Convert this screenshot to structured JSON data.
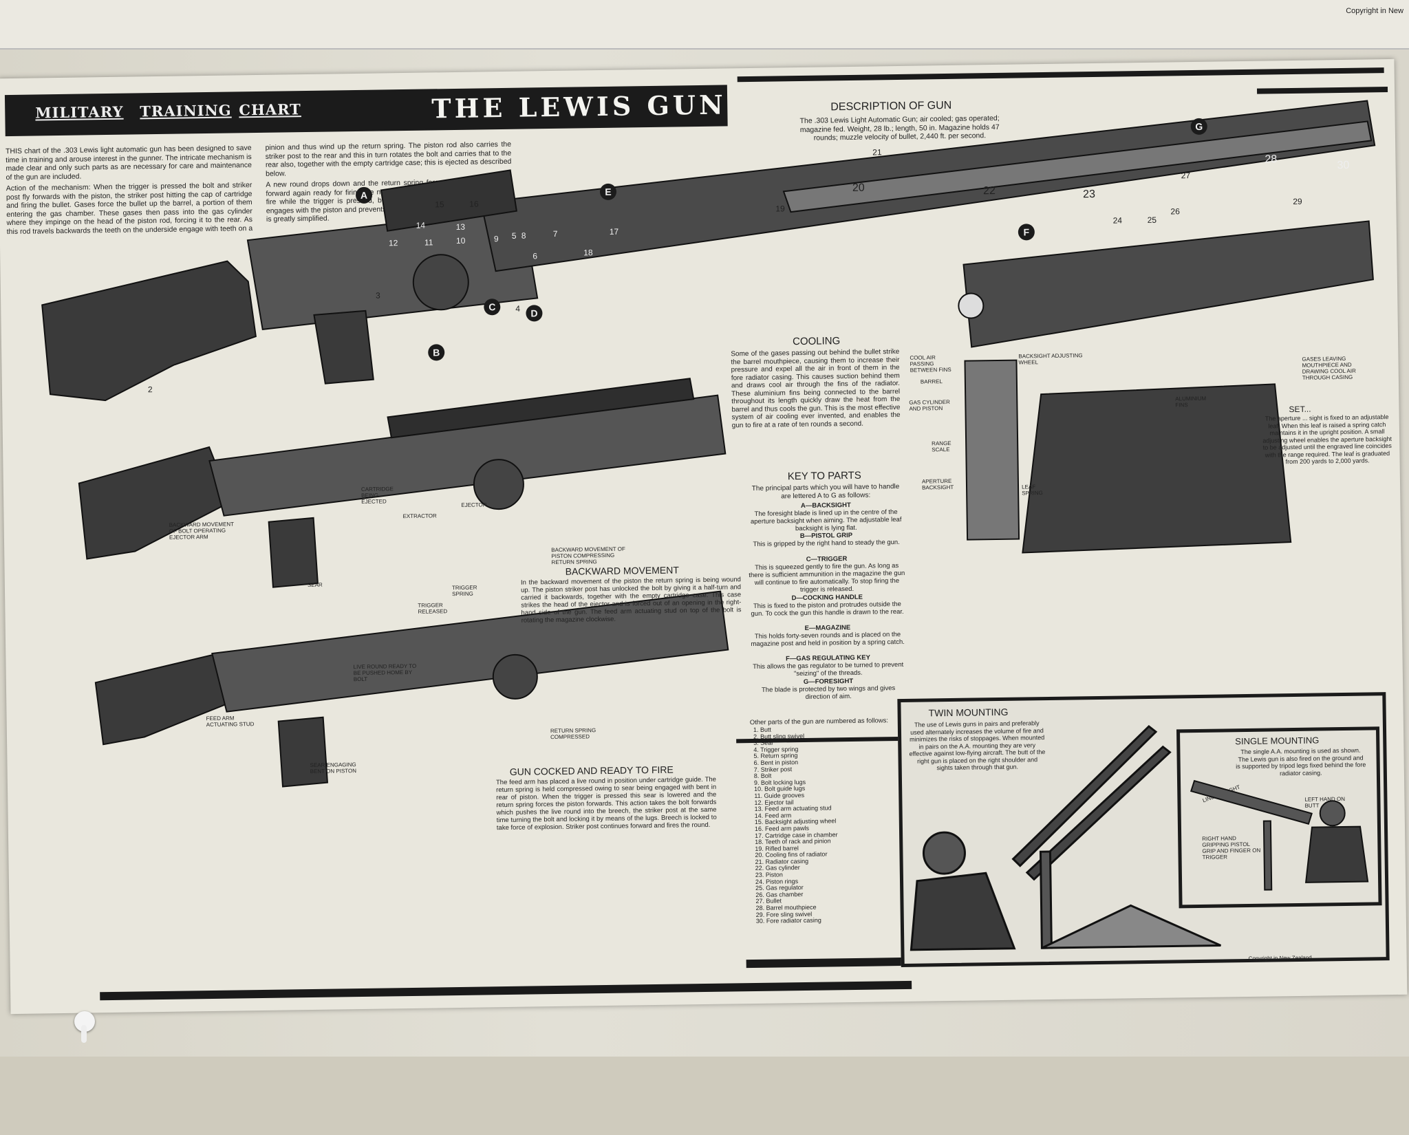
{
  "copyright_top": "Copyright in New",
  "banner": {
    "word1": "MILITARY",
    "word2": "TRAINING",
    "word3": "CHART",
    "title": "THE LEWIS GUN"
  },
  "intro": [
    "THIS chart of the .303 Lewis light automatic gun has been designed to save time in training and arouse interest in the gunner. The intricate mechanism is made clear and only such parts as are necessary for care and maintenance of the gun are included.",
    "Action of the mechanism: When the trigger is pressed the bolt and striker post fly forwards with the piston, the striker post hitting the cap of cartridge and firing the bullet. Gases force the bullet up the barrel, a portion of them entering the gas chamber. These gases then pass into the gas cylinder where they impinge on the head of the piston rod, forcing it to the rear. As this rod travels backwards the teeth on the underside engage with teeth on a pinion and thus wind up the return spring. The piston rod also carries the striker post to the rear and this in turn rotates the bolt and carries that to the rear also, together with the empty cartridge case; this is ejected as described below.",
    "A new round drops down and the return spring forces the piston and bolt forward again ready for firing the next round. The gun will thus continue to fire while the trigger is pressed, but when the trigger is released a sear engages with the piston and prevents its forward movement. This description is greatly simplified."
  ],
  "description": {
    "heading": "DESCRIPTION OF GUN",
    "text": "The .303 Lewis Light Automatic Gun; air cooled; gas operated; magazine fed. Weight, 28 lb.; length, 50 in. Magazine holds 47 rounds; muzzle velocity of bullet, 2,440 ft. per second."
  },
  "main_labels": {
    "n21": "21",
    "n20": "20",
    "n22": "22",
    "n23": "23",
    "n24": "24",
    "n25": "25",
    "n26": "26",
    "n27": "27",
    "n28": "28",
    "n29": "29",
    "n30": "30",
    "n19": "19",
    "n15": "15",
    "n16": "16",
    "n14": "14",
    "n13": "13",
    "n12": "12",
    "n11": "11",
    "n10": "10",
    "n9": "9",
    "n8": "8",
    "n7": "7",
    "n6": "6",
    "n5": "5",
    "n4": "4",
    "n3": "3",
    "n2": "2",
    "n18": "18",
    "n17": "17",
    "cA": "A",
    "cB": "B",
    "cC": "C",
    "cD": "D",
    "cE": "E",
    "cF": "F",
    "cG": "G"
  },
  "cooling": {
    "heading": "COOLING",
    "text": "Some of the gases passing out behind the bullet strike the barrel mouthpiece, causing them to increase their pressure and expel all the air in front of them in the fore radiator casing. This causes suction behind them and draws cool air through the fins of the radiator. These aluminium fins being connected to the barrel throughout its length quickly draw the heat from the barrel and thus cools the gun. This is the most effective system of air cooling ever invented, and enables the gun to fire at a rate of ten rounds a second.",
    "label_cool_air": "COOL AIR PASSING BETWEEN FINS",
    "label_barrel": "BARREL",
    "label_gas_cyl": "GAS CYLINDER AND PISTON",
    "label_fins": "ALUMINIUM FINS",
    "label_gases": "GASES LEAVING MOUTHPIECE AND DRAWING COOL AIR THROUGH CASING"
  },
  "backward": {
    "heading": "BACKWARD MOVEMENT",
    "text": "In the backward movement of the piston the return spring is being wound up. The piston striker post has unlocked the bolt by giving it a half-turn and carried it backwards, together with the empty cartridge case. This case strikes the head of the ejector and is forced out of an opening in the right-hand side of the gun. The feed arm actuating stud on top of the bolt is rotating the magazine clockwise.",
    "label_cartridge": "CARTRIDGE BEING EJECTED",
    "label_ejector": "EJECTOR",
    "label_extractor": "EXTRACTOR",
    "label_bolt": "BACKWARD MOVEMENT OF BOLT OPERATING EJECTOR ARM",
    "label_piston": "BACKWARD MOVEMENT OF PISTON COMPRESSING RETURN SPRING",
    "label_sear": "SEAR",
    "label_trigger_spring": "TRIGGER SPRING",
    "label_trigger_released": "TRIGGER RELEASED"
  },
  "cocked": {
    "heading": "GUN COCKED AND READY TO FIRE",
    "text": "The feed arm has placed a live round in position under cartridge guide. The return spring is held compressed owing to sear being engaged with bent in rear of piston. When the trigger is pressed this sear is lowered and the return spring forces the piston forwards. This action takes the bolt forwards which pushes the live round into the breech, the striker post at the same time turning the bolt and locking it by means of the lugs. Breech is locked to take force of explosion. Striker post continues forward and fires the round.",
    "label_live": "LIVE ROUND READY TO BE PUSHED HOME BY BOLT",
    "label_feed": "FEED ARM ACTUATING STUD",
    "label_return": "RETURN SPRING COMPRESSED",
    "label_sear": "SEAR ENGAGING BENT ON PISTON"
  },
  "key": {
    "heading": "KEY TO PARTS",
    "intro": "The principal parts which you will have to handle are lettered A to G as follows:",
    "items": [
      {
        "title": "A—BACKSIGHT",
        "text": "The foresight blade is lined up in the centre of the aperture backsight when aiming. The adjustable leaf backsight is lying flat."
      },
      {
        "title": "B—PISTOL GRIP",
        "text": "This is gripped by the right hand to steady the gun."
      },
      {
        "title": "C—TRIGGER",
        "text": "This is squeezed gently to fire the gun. As long as there is sufficient ammunition in the magazine the gun will continue to fire automatically. To stop firing the trigger is released."
      },
      {
        "title": "D—COCKING HANDLE",
        "text": "This is fixed to the piston and protrudes outside the gun. To cock the gun this handle is drawn to the rear."
      },
      {
        "title": "E—MAGAZINE",
        "text": "This holds forty-seven rounds and is placed on the magazine post and held in position by a spring catch."
      },
      {
        "title": "F—GAS REGULATING KEY",
        "text": "This allows the gas regulator to be turned to prevent \"seizing\" of the threads."
      },
      {
        "title": "G—FORESIGHT",
        "text": "The blade is protected by two wings and gives direction of aim."
      }
    ],
    "parts_heading": "Other parts of the gun are numbered as follows:",
    "parts": [
      "1. Butt",
      "2. Butt sling swivel",
      "3. Sear",
      "4. Trigger spring",
      "5. Return spring",
      "6. Bent in piston",
      "7. Striker post",
      "8. Bolt",
      "9. Bolt locking lugs",
      "10. Bolt guide lugs",
      "11. Guide grooves",
      "12. Ejector tail",
      "13. Feed arm actuating stud",
      "14. Feed arm",
      "15. Backsight adjusting wheel",
      "16. Feed arm pawls",
      "17. Cartridge case in chamber",
      "18. Teeth of rack and pinion",
      "19. Rifled barrel",
      "20. Cooling fins of radiator",
      "21. Radiator casing",
      "22. Gas cylinder",
      "23. Piston",
      "24. Piston rings",
      "25. Gas regulator",
      "26. Gas chamber",
      "27. Bullet",
      "28. Barrel mouthpiece",
      "29. Fore sling swivel",
      "30. Fore radiator casing"
    ]
  },
  "sight": {
    "label_wheel": "BACKSIGHT ADJUSTING WHEEL",
    "label_range": "RANGE SCALE",
    "label_aperture": "APERTURE BACKSIGHT",
    "label_leaf": "LEAF SPRING",
    "heading": "SET...",
    "text": "The aperture ... sight is fixed to an adjustable leaf. When this leaf is raised a spring catch maintains it in the upright position. A small adjusting wheel enables the aperture backsight to be adjusted until the engraved line coincides with the range required. The leaf is graduated from 200 yards to 2,000 yards."
  },
  "twin": {
    "heading": "TWIN MOUNTING",
    "text": "The use of Lewis guns in pairs and preferably used alternately increases the volume of fire and minimizes the risks of stoppages. When mounted in pairs on the A.A. mounting they are very effective against low-flying aircraft. The butt of the right gun is placed on the right shoulder and sights taken through that gun."
  },
  "single": {
    "heading": "SINGLE MOUNTING",
    "text": "The single A.A. mounting is used as shown. The Lewis gun is also fired on the ground and is supported by tripod legs fixed behind the fore radiator casing.",
    "label_sight": "LINE OF SIGHT",
    "label_left": "LEFT HAND ON BUTT",
    "label_right": "RIGHT HAND GRIPPING PISTOL GRIP AND FINGER ON TRIGGER"
  },
  "copyright_bottom": "Copyright in New Zealand."
}
